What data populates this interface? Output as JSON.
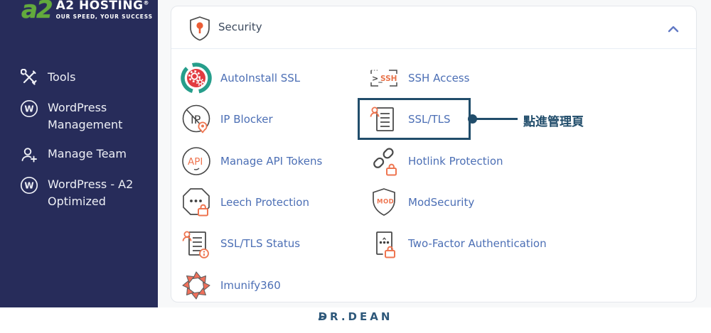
{
  "sidebar": {
    "logo": {
      "mark": "a2",
      "brand": "A2 HOSTING",
      "reg": "®",
      "tagline": "OUR SPEED, YOUR SUCCESS"
    },
    "items": [
      {
        "label": "Tools",
        "icon": "tools-icon"
      },
      {
        "label": "WordPress Management",
        "icon": "wordpress-icon"
      },
      {
        "label": "Manage Team",
        "icon": "add-user-icon"
      },
      {
        "label": "WordPress - A2 Optimized",
        "icon": "wordpress-icon"
      }
    ]
  },
  "panel": {
    "title": "Security",
    "items": [
      {
        "label": "AutoInstall SSL"
      },
      {
        "label": "SSH Access"
      },
      {
        "label": "IP Blocker"
      },
      {
        "label": "SSL/TLS",
        "highlighted": true
      },
      {
        "label": "Manage API Tokens"
      },
      {
        "label": "Hotlink Protection"
      },
      {
        "label": "Leech Protection"
      },
      {
        "label": "ModSecurity"
      },
      {
        "label": "SSL/TLS Status"
      },
      {
        "label": "Two-Factor Authentication"
      },
      {
        "label": "Imunify360"
      }
    ],
    "icon_texts": {
      "prompt": ">_",
      "ssh": "SSH",
      "ip": "IP",
      "api": "API",
      "mod": "MOD",
      "w": "W"
    }
  },
  "annotation": {
    "text": "點進管理頁"
  },
  "footer": {
    "logo": "DR.DEAN"
  },
  "colors": {
    "sidebar_navy": "#272c5a",
    "link_blue": "#4c6fb5",
    "accent_orange": "#ee7550",
    "callout_navy": "#214d6b",
    "teal": "#269e8b",
    "red": "#e23b41",
    "brand_green": "#62aa3c"
  }
}
